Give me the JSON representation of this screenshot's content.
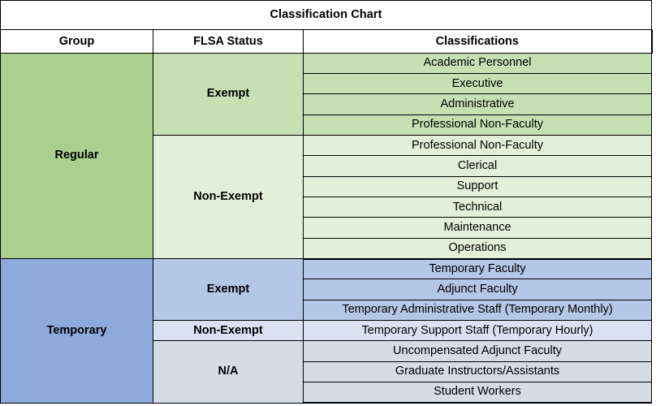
{
  "title": "Classification Chart",
  "columns": {
    "group": "Group",
    "flsa_status": "FLSA Status",
    "classifications": "Classifications"
  },
  "colors": {
    "regular_group_fill": "#A9D08E",
    "regular_exempt_fill": "#C6E0B4",
    "regular_nonexempt_fill": "#E2EFDA",
    "temporary_group_fill": "#8EA9DB",
    "temporary_exempt_fill": "#B4C7E7",
    "temporary_nonexempt_fill": "#D9E1F2",
    "temporary_na_fill": "#D6DCE4",
    "selected_cell_border": "#1E6B3A",
    "grid_border": "#000000",
    "page_background": "#FFFFFF"
  },
  "groups": [
    {
      "name": "Regular",
      "statuses": [
        {
          "label": "Exempt",
          "classifications": [
            "Academic Personnel",
            "Executive",
            "Administrative",
            "Professional Non-Faculty"
          ]
        },
        {
          "label": "Non-Exempt",
          "classifications": [
            "Professional Non-Faculty",
            "Clerical",
            "Support",
            "Technical",
            "Maintenance",
            "Operations"
          ]
        }
      ]
    },
    {
      "name": "Temporary",
      "statuses": [
        {
          "label": "Exempt",
          "classifications": [
            "Temporary Faculty",
            "Adjunct Faculty",
            "Temporary Administrative Staff (Temporary Monthly)"
          ]
        },
        {
          "label": "Non-Exempt",
          "classifications": [
            "Temporary Support Staff (Temporary Hourly)"
          ]
        },
        {
          "label": "N/A",
          "classifications": [
            "Uncompensated Adjunct Faculty",
            "Graduate Instructors/Assistants",
            "Student Workers"
          ]
        }
      ]
    }
  ]
}
